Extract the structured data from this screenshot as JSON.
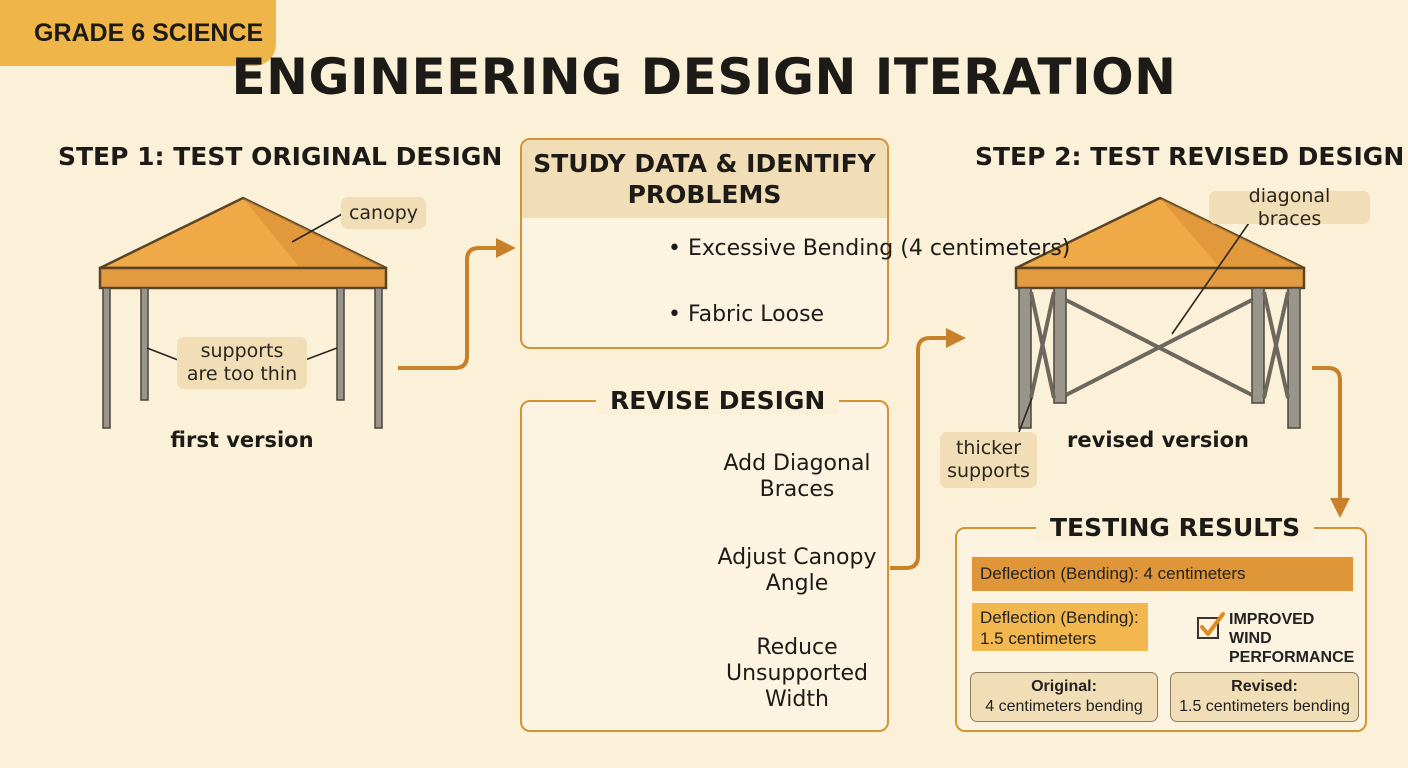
{
  "header": {
    "badge": "GRADE 6 SCIENCE",
    "title": "ENGINEERING DESIGN ITERATION"
  },
  "step1": {
    "heading": "STEP 1: TEST ORIGINAL DESIGN",
    "canopy_label": "canopy",
    "supports_label": "supports are too thin",
    "caption": "first version"
  },
  "study": {
    "heading": "STUDY DATA & IDENTIFY PROBLEMS",
    "problems": [
      "• Excessive Bending (4 centimeters)",
      "• Fabric Loose"
    ],
    "icons": [
      "bar-chart-icon",
      "gears-icon"
    ]
  },
  "revise": {
    "heading": "REVISE DESIGN",
    "items": [
      "Add Diagonal Braces",
      "Adjust Canopy Angle",
      "Reduce Unsupported Width"
    ]
  },
  "step2": {
    "heading": "STEP 2: TEST REVISED DESIGN",
    "braces_label": "diagonal braces",
    "supports_label": "thicker supports",
    "caption": "revised version"
  },
  "results": {
    "heading": "TESTING RESULTS",
    "original_bar": "Deflection (Bending): 4 centimeters",
    "revised_bar": "Deflection (Bending): 1.5 centimeters",
    "improved": "IMPROVED WIND PERFORMANCE",
    "original_title": "Original:",
    "original_value": "4 centimeters bending",
    "revised_title": "Revised:",
    "revised_value": "1.5 centimeters bending",
    "original_deflection_cm": 4,
    "revised_deflection_cm": 1.5
  },
  "colors": {
    "background": "#FBF1D8",
    "accent": "#F0B548",
    "canopy": "#EFA946",
    "arrow": "#C8812B",
    "label_bg": "#F1DDB6"
  }
}
